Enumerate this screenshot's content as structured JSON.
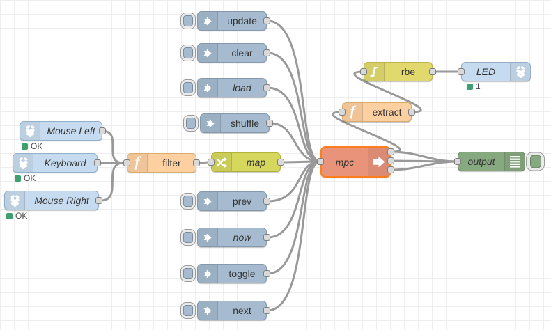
{
  "nodes": {
    "mouse_left": {
      "label": "Mouse Left",
      "status": "OK",
      "icon": "raspberry-pi-icon",
      "color": "#c6dbef"
    },
    "keyboard": {
      "label": "Keyboard",
      "status": "OK",
      "icon": "raspberry-pi-icon",
      "color": "#c6dbef"
    },
    "mouse_right": {
      "label": "Mouse Right",
      "status": "OK",
      "icon": "raspberry-pi-icon",
      "color": "#c6dbef"
    },
    "filter": {
      "label": "filter",
      "icon": "function-icon",
      "color": "#fdd0a2"
    },
    "map": {
      "label": "map",
      "icon": "shuffle-icon",
      "color": "#d6d85e"
    },
    "injects": [
      {
        "label": "update"
      },
      {
        "label": "clear"
      },
      {
        "label": "load"
      },
      {
        "label": "shuffle"
      },
      {
        "label": "prev"
      },
      {
        "label": "now"
      },
      {
        "label": "toggle"
      },
      {
        "label": "next"
      }
    ],
    "mpc": {
      "label": "mpc",
      "outputs": 3,
      "icon": "arrow-right-icon",
      "color": "#e8937a",
      "border_color": "#ff7d1c"
    },
    "extract": {
      "label": "extract",
      "icon": "function-icon",
      "color": "#fdd0a2"
    },
    "rbe": {
      "label": "rbe",
      "icon": "hysteresis-icon",
      "color": "#e2d96e"
    },
    "led": {
      "label": "LED",
      "status": "1",
      "icon": "raspberry-pi-icon",
      "color": "#c6dbef"
    },
    "output": {
      "label": "output",
      "icon": "debug-icon",
      "color": "#87a980"
    }
  },
  "wires": [
    {
      "from": "mouse_left",
      "to": "filter"
    },
    {
      "from": "keyboard",
      "to": "filter"
    },
    {
      "from": "mouse_right",
      "to": "filter"
    },
    {
      "from": "filter",
      "to": "map"
    },
    {
      "from": "map",
      "to": "mpc"
    },
    {
      "from": "update",
      "to": "mpc"
    },
    {
      "from": "clear",
      "to": "mpc"
    },
    {
      "from": "load",
      "to": "mpc"
    },
    {
      "from": "shuffle",
      "to": "mpc"
    },
    {
      "from": "prev",
      "to": "mpc"
    },
    {
      "from": "now",
      "to": "mpc"
    },
    {
      "from": "toggle",
      "to": "mpc"
    },
    {
      "from": "next",
      "to": "mpc"
    },
    {
      "from": "mpc:1",
      "to": "extract"
    },
    {
      "from": "extract",
      "to": "rbe"
    },
    {
      "from": "rbe",
      "to": "led"
    },
    {
      "from": "mpc:1",
      "to": "output"
    },
    {
      "from": "mpc:2",
      "to": "output"
    },
    {
      "from": "mpc:3",
      "to": "output"
    }
  ],
  "colors": {
    "wire": "#999999",
    "grid": "#eeeeee",
    "status_ok": "#3da06e",
    "port_fill": "#d9d9d9",
    "label": "#333333"
  }
}
